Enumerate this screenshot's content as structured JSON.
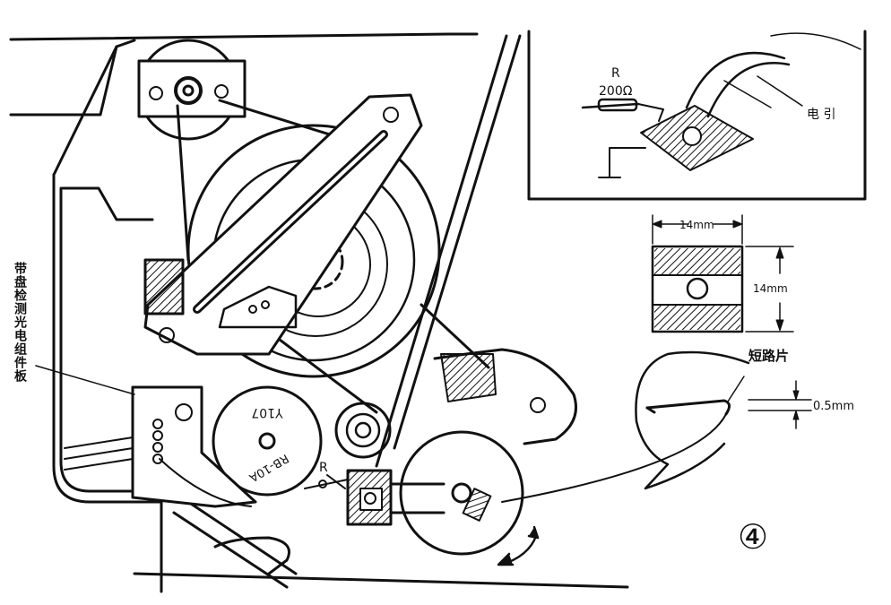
{
  "labels": {
    "resistor_letter": "R",
    "resistor_value": "200Ω",
    "electrode": "电 引",
    "dim_width": "14mm",
    "dim_height": "14mm",
    "short_piece": "短路片",
    "thickness": "0.5mm",
    "resistor_letter_main": "R",
    "part_y107": "Y107",
    "part_rb10a": "RB-10A",
    "figure_number": "④",
    "sensor_assembly": "带盘检测光电组件板"
  },
  "colors": {
    "ink": "#111111",
    "paper": "#ffffff"
  }
}
